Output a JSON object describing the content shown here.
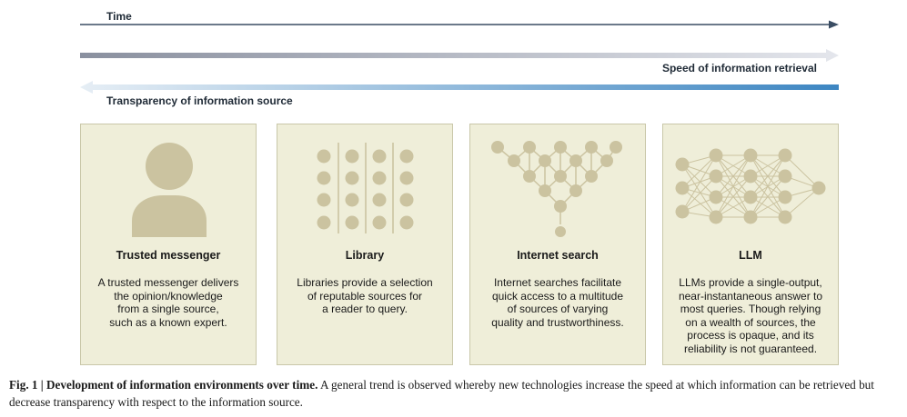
{
  "arrows": {
    "time_label": "Time",
    "speed_label": "Speed of information retrieval",
    "transparency_label": "Transparency of information source"
  },
  "colors": {
    "time_arrow": "#3a4d63",
    "speed_gradient_start": "#8a909f",
    "speed_gradient_end": "#e4e6ec",
    "transparency_gradient_start": "#e6eef5",
    "transparency_gradient_end": "#3d86c2",
    "panel_bg": "#efeed9",
    "icon_fill": "#cbc3a0"
  },
  "panels": [
    {
      "icon": "person-icon",
      "title": "Trusted messenger",
      "lines": [
        "A trusted messenger delivers",
        "the opinion/knowledge",
        "from a single source,",
        "such as a known expert."
      ]
    },
    {
      "icon": "library-dots-icon",
      "title": "Library",
      "lines": [
        "Libraries provide a selection",
        "of reputable sources for",
        "a reader to query."
      ]
    },
    {
      "icon": "search-funnel-icon",
      "title": "Internet search",
      "lines": [
        "Internet searches facilitate",
        "quick access to a multitude",
        "of sources of varying",
        "quality and trustworthiness."
      ]
    },
    {
      "icon": "neural-network-icon",
      "title": "LLM",
      "lines": [
        "LLMs provide a single-output,",
        "near-instantaneous answer to",
        "most queries. Though relying",
        "on a wealth of sources, the",
        "process is opaque, and its",
        "reliability is not guaranteed."
      ]
    }
  ],
  "caption": {
    "label": "Fig. 1 | Development of information environments over time.",
    "text": " A general trend is observed whereby new technologies increase the speed at which information can be retrieved but decrease transparency with respect to the information source."
  }
}
